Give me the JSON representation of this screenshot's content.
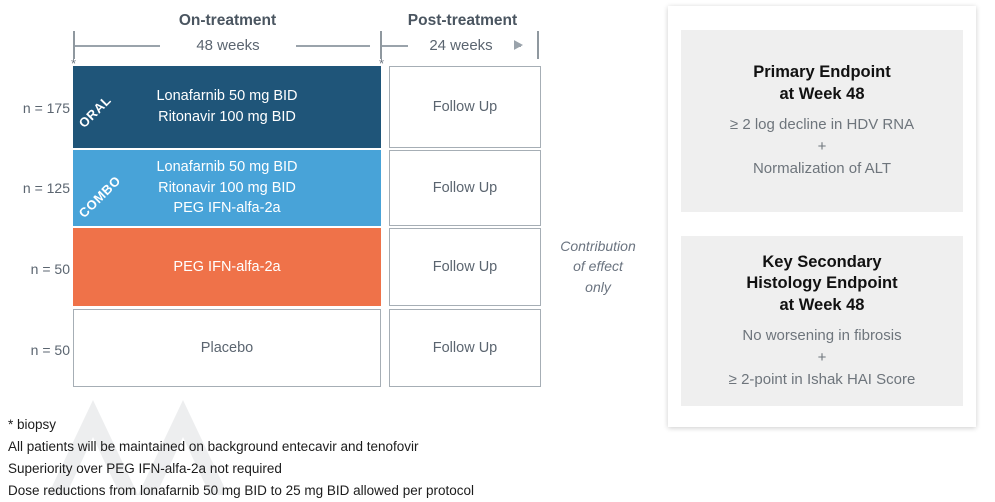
{
  "timeline": {
    "on_treatment_title": "On-treatment",
    "on_treatment_duration": "48 weeks",
    "post_treatment_title": "Post-treatment",
    "post_treatment_duration": "24 weeks",
    "biopsy_marker": "*"
  },
  "arms": [
    {
      "n_label": "n = 175",
      "tag": "ORAL",
      "treatment": "Lonafarnib 50 mg BID\nRitonavir 100 mg BID",
      "followup": "Follow Up",
      "color": "#1f5579"
    },
    {
      "n_label": "n = 125",
      "tag": "COMBO",
      "treatment": "Lonafarnib 50 mg BID\nRitonavir 100 mg BID\nPEG IFN-alfa-2a",
      "followup": "Follow Up",
      "color": "#48a3d8"
    },
    {
      "n_label": "n = 50",
      "tag": "",
      "treatment": "PEG IFN-alfa-2a",
      "followup": "Follow Up",
      "color": "#ef7249"
    },
    {
      "n_label": "n = 50",
      "tag": "",
      "treatment": "Placebo",
      "followup": "Follow Up",
      "color": "#ffffff"
    }
  ],
  "contribution_note": "Contribution\nof effect\nonly",
  "footnotes": [
    "* biopsy",
    "All patients will be maintained on background entecavir and tenofovir",
    "Superiority over PEG IFN-alfa-2a not required",
    "Dose reductions from lonafarnib 50 mg BID to 25 mg BID allowed per protocol"
  ],
  "endpoints": {
    "primary": {
      "title": "Primary Endpoint\nat Week 48",
      "body": "≥ 2 log decline in HDV RNA\n+\nNormalization of ALT"
    },
    "secondary": {
      "title": "Key Secondary\nHistology Endpoint\nat Week 48",
      "body": "No worsening in fibrosis\n+\n≥ 2-point in Ishak HAI Score"
    }
  }
}
